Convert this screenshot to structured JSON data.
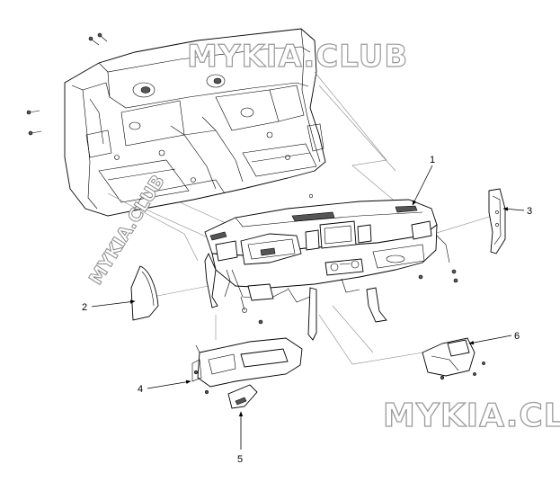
{
  "watermarks": {
    "top": "MYKIA.CLUB",
    "diagonal": "MYKIA.CLUB",
    "bottom": "MYKIA.CLUB"
  },
  "callouts": [
    {
      "id": "crash-pad",
      "label": "1"
    },
    {
      "id": "side-cover-left",
      "label": "2"
    },
    {
      "id": "side-cover-right",
      "label": "3"
    },
    {
      "id": "lower-panel",
      "label": "4"
    },
    {
      "id": "lower-panel-cover",
      "label": "5"
    },
    {
      "id": "lower-panel-right",
      "label": "6"
    }
  ],
  "colors": {
    "line": "#000000",
    "watermark_stroke": "#9a9a9a",
    "background": "#ffffff"
  }
}
